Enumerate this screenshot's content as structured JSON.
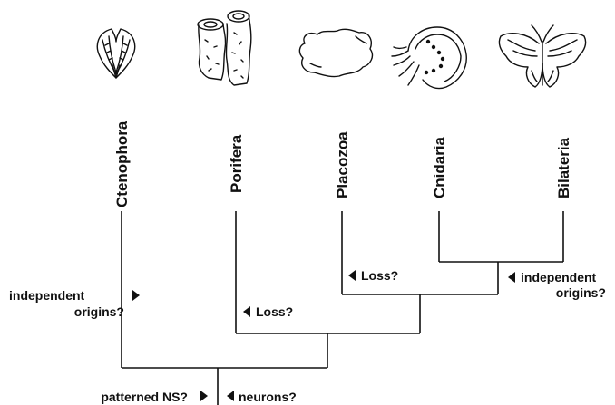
{
  "taxa": [
    {
      "label": "Ctenophora",
      "illustration": "ctenophore-drawing"
    },
    {
      "label": "Porifera",
      "illustration": "sponge-drawing"
    },
    {
      "label": "Placozoa",
      "illustration": "placozoan-drawing"
    },
    {
      "label": "Cnidaria",
      "illustration": "jellyfish-drawing"
    },
    {
      "label": "Bilateria",
      "illustration": "butterfly-drawing"
    }
  ],
  "annotations": {
    "left_origins_line1": "independent",
    "left_origins_line2": "origins?",
    "porifera_loss": "Loss?",
    "placozoa_loss": "Loss?",
    "right_origins_line1": "independent",
    "right_origins_line2": "origins?",
    "root_left": "patterned NS?",
    "root_right": "neurons?"
  },
  "colors": {
    "ink": "#111111",
    "background": "#ffffff"
  }
}
